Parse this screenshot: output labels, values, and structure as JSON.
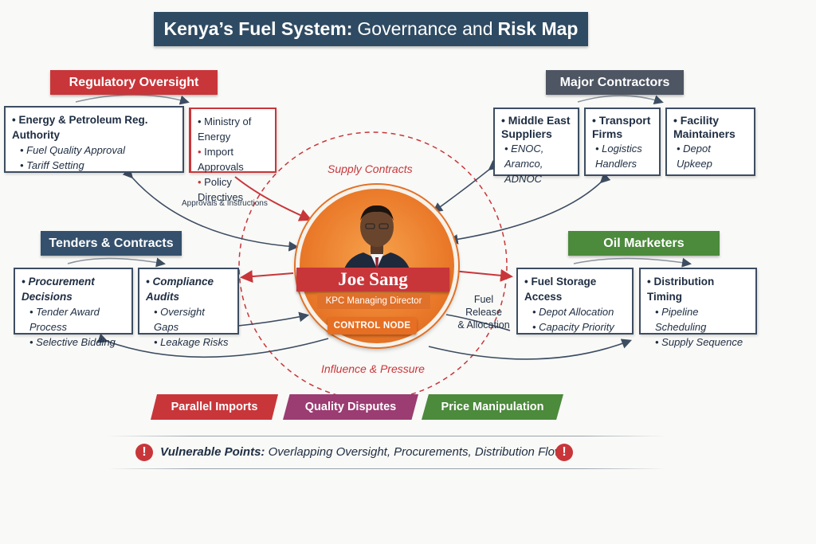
{
  "title": {
    "part1": "Kenya’s Fuel System:",
    "part2": "Governance and",
    "part3": "Risk Map"
  },
  "groups": {
    "regulatory": {
      "header": "Regulatory Oversight",
      "epra": {
        "name": "Energy & Petroleum Reg. Authority",
        "items": [
          "Fuel Quality Approval",
          "Tariff Setting"
        ]
      },
      "ministry": {
        "name": "Ministry of Energy",
        "items": [
          "Import Approvals",
          "Policy Directives"
        ]
      }
    },
    "contractors": {
      "header": "Major Contractors",
      "middle_east": {
        "name": "Middle East Suppliers",
        "items": [
          "ENOC, Aramco, ADNOC"
        ]
      },
      "transport": {
        "name": "Transport Firms",
        "items": [
          "Logistics Handlers"
        ]
      },
      "facility": {
        "name": "Facility Maintainers",
        "items": [
          "Depot Upkeep"
        ]
      }
    },
    "tenders": {
      "header": "Tenders & Contracts",
      "procurement": {
        "name": "Procurement Decisions",
        "items": [
          "Tender Award Process",
          "Selective Bidding"
        ]
      },
      "compliance": {
        "name": "Compliance Audits",
        "items": [
          "Oversight Gaps",
          "Leakage Risks"
        ]
      }
    },
    "marketers": {
      "header": "Oil Marketers",
      "storage": {
        "name": "Fuel Storage Access",
        "items": [
          "Depot Allocation",
          "Capacity Priority"
        ]
      },
      "distribution": {
        "name": "Distribution Timing",
        "items": [
          "Pipeline Scheduling",
          "Supply Sequence"
        ]
      }
    }
  },
  "center": {
    "name": "Joe Sang",
    "role": "KPC Managing Director",
    "node": "CONTROL NODE"
  },
  "labels": {
    "supply": "Supply Contracts",
    "influence": "Influence & Pressure",
    "approvals": "Approvals & Instructions",
    "release_line1": "Fuel Release",
    "release_line2": "& Allocation"
  },
  "risks": [
    "Parallel Imports",
    "Quality Disputes",
    "Price Manipulation"
  ],
  "vulnerable": {
    "label": "Vulnerable Points:",
    "text": "Overlapping Oversight, Procurements, Distribution Flow"
  },
  "colors": {
    "red": "#c8363a",
    "navy": "#2f4b63",
    "green": "#4c8a3c",
    "purple": "#9b3c72",
    "orange": "#e66f23"
  },
  "icons": [
    "warning-icon"
  ]
}
